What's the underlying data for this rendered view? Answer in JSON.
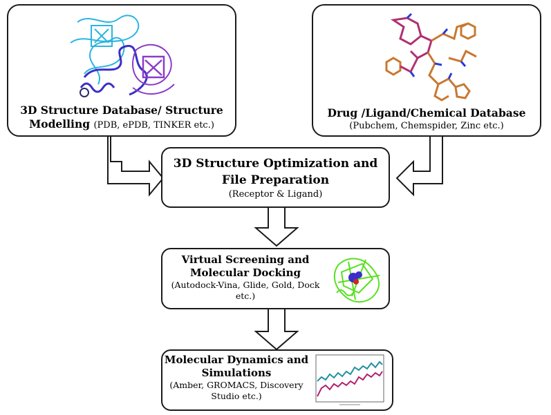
{
  "box_structure_db": {
    "title_bold_1": "3D Structure Database/ Structure",
    "title_bold_2": "Modelling",
    "subtitle": "(PDB, ePDB, TINKER etc.)"
  },
  "box_ligand_db": {
    "title": "Drug /Ligand/Chemical Database",
    "subtitle": "(Pubchem, Chemspider, Zinc etc.)"
  },
  "box_optimization": {
    "title_1": "3D Structure Optimization and",
    "title_2": "File Preparation",
    "subtitle": "(Receptor & Ligand)"
  },
  "box_docking": {
    "title_1": "Virtual Screening and",
    "title_2": "Molecular Docking",
    "subtitle_1": "(Autodock-Vina, Glide, Gold, Dock",
    "subtitle_2": "etc.)"
  },
  "box_md": {
    "title_1": "Molecular Dynamics and",
    "title_2": "Simulations",
    "subtitle_1": "(Amber, GROMACS, Discovery",
    "subtitle_2": "Studio etc.)"
  },
  "colors": {
    "protein_cyan": "#2ab4e0",
    "protein_blue": "#3a2fc8",
    "protein_purple": "#8a3cc8",
    "ligand_magenta": "#b03070",
    "ligand_orange": "#c87830",
    "ligand_blue": "#2a3ad8",
    "docking_green": "#58e020",
    "md_teal": "#2090a0",
    "md_magenta": "#b02070"
  }
}
